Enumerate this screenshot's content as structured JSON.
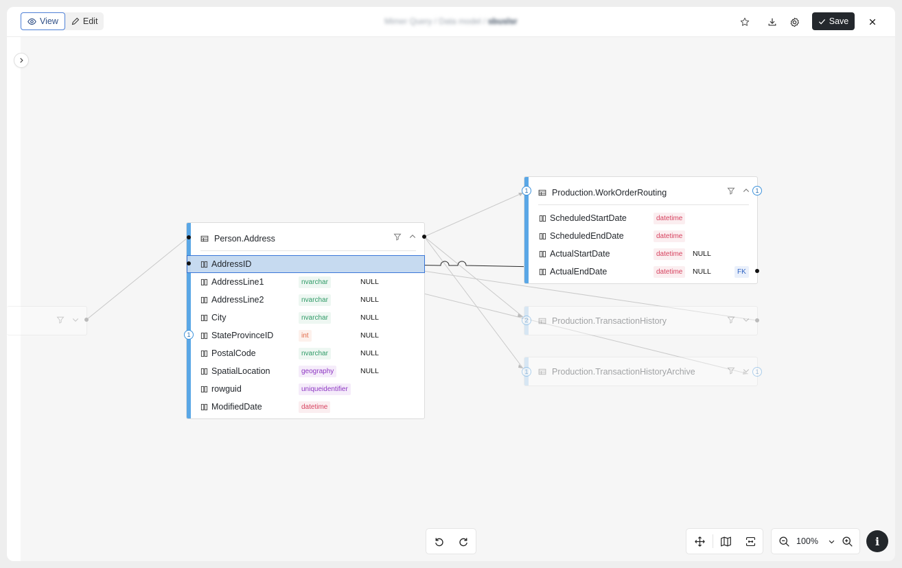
{
  "toolbar": {
    "view_label": "View",
    "edit_label": "Edit",
    "breadcrumb": [
      "Mimer Query",
      "Data model",
      "sbuslsr"
    ],
    "save_label": "Save"
  },
  "tables": {
    "address": {
      "name": "Person.Address",
      "badge": "1",
      "columns": [
        {
          "name": "AddressID",
          "type": "",
          "type_color": "",
          "nullable": ""
        },
        {
          "name": "AddressLine1",
          "type": "nvarchar",
          "type_color": "green",
          "nullable": "NULL"
        },
        {
          "name": "AddressLine2",
          "type": "nvarchar",
          "type_color": "green",
          "nullable": "NULL"
        },
        {
          "name": "City",
          "type": "nvarchar",
          "type_color": "green",
          "nullable": "NULL"
        },
        {
          "name": "StateProvinceID",
          "type": "int",
          "type_color": "orange",
          "nullable": "NULL"
        },
        {
          "name": "PostalCode",
          "type": "nvarchar",
          "type_color": "green",
          "nullable": "NULL"
        },
        {
          "name": "SpatialLocation",
          "type": "geography",
          "type_color": "purple",
          "nullable": "NULL"
        },
        {
          "name": "rowguid",
          "type": "uniqueidentifier",
          "type_color": "purple",
          "nullable": ""
        },
        {
          "name": "ModifiedDate",
          "type": "datetime",
          "type_color": "red",
          "nullable": ""
        }
      ]
    },
    "workorder": {
      "name": "Production.WorkOrderRouting",
      "badge_left": "1",
      "badge_right": "1",
      "columns": [
        {
          "name": "ScheduledStartDate",
          "type": "datetime",
          "nullable": "",
          "key": ""
        },
        {
          "name": "ScheduledEndDate",
          "type": "datetime",
          "nullable": "",
          "key": ""
        },
        {
          "name": "ActualStartDate",
          "type": "datetime",
          "nullable": "NULL",
          "key": ""
        },
        {
          "name": "ActualEndDate",
          "type": "datetime",
          "nullable": "NULL",
          "key": "FK"
        }
      ]
    },
    "transaction": {
      "name": "Production.TransactionHistory",
      "badge": "2"
    },
    "archive": {
      "name": "Production.TransactionHistoryArchive",
      "badge_left": "1",
      "badge_right": "1"
    }
  },
  "zoom": {
    "level": "100%"
  },
  "info_label": "i",
  "colors": {
    "accent": "#5aa7e6",
    "save_bg": "#24282d",
    "selection": "#2f6fd6"
  },
  "icons": [
    "eye-icon",
    "pencil-icon",
    "star-icon",
    "download-icon",
    "settings-icon",
    "check-icon",
    "close-icon",
    "chevron-right-icon",
    "table-icon",
    "column-icon",
    "filter-icon",
    "chevron-up-icon",
    "chevron-down-icon",
    "undo-icon",
    "redo-icon",
    "move-icon",
    "map-icon",
    "fit-view-icon",
    "zoom-out-icon",
    "zoom-in-icon",
    "info-icon"
  ]
}
